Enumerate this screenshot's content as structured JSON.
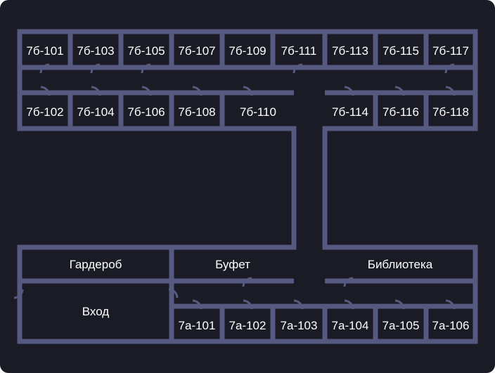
{
  "floor_plan": {
    "colors": {
      "background": "#1b1b26",
      "wall": "#565a80",
      "text": "#ffffff"
    },
    "wing_b_north": [
      "7б-101",
      "7б-103",
      "7б-105",
      "7б-107",
      "7б-109",
      "7б-111",
      "7б-113",
      "7б-115",
      "7б-117"
    ],
    "wing_b_south_west": [
      "7б-102",
      "7б-104",
      "7б-106",
      "7б-108",
      "7б-110"
    ],
    "wing_b_south_east": [
      "7б-114",
      "7б-116",
      "7б-118"
    ],
    "common": {
      "wardrobe": "Гардероб",
      "buffet": "Буфет",
      "library": "Библиотека",
      "entrance": "Вход"
    },
    "wing_a": [
      "7а-101",
      "7а-102",
      "7а-103",
      "7а-104",
      "7а-105",
      "7а-106"
    ]
  }
}
